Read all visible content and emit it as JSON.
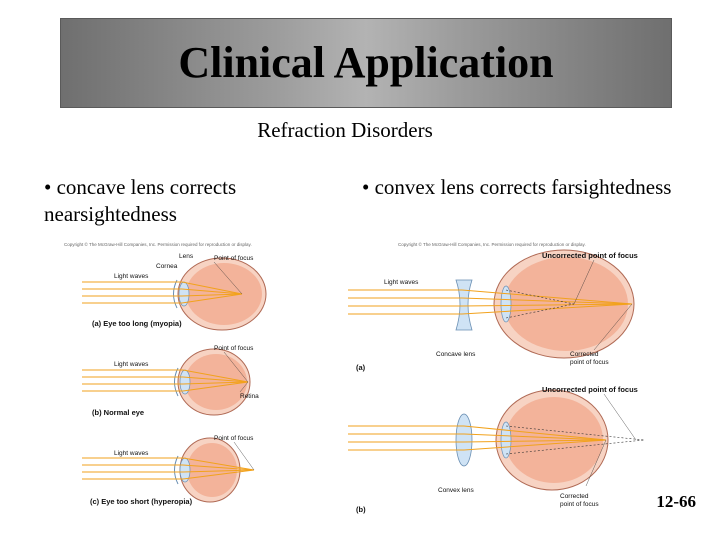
{
  "slide": {
    "title": "Clinical Application",
    "subtitle": "Refraction Disorders",
    "bullets": [
      {
        "text": "• concave lens corrects nearsightedness"
      },
      {
        "text": "• convex lens corrects farsightedness"
      }
    ],
    "page_number": "12-66"
  },
  "figure_left": {
    "copyright": "Copyright © The McGraw-Hill Companies, Inc. Permission required for reproduction or display.",
    "panel_a": {
      "lens": "Lens",
      "point_of_focus": "Point of focus",
      "cornea": "Cornea",
      "light_waves": "Light waves",
      "caption": "(a) Eye too long (myopia)"
    },
    "panel_b": {
      "point_of_focus": "Point of focus",
      "light_waves": "Light waves",
      "retina": "Retina",
      "caption": "(b) Normal eye"
    },
    "panel_c": {
      "point_of_focus": "Point of focus",
      "light_waves": "Light waves",
      "caption": "(c) Eye too short (hyperopia)"
    }
  },
  "figure_right": {
    "copyright": "Copyright © The McGraw-Hill Companies, Inc. Permission required for reproduction or display.",
    "panel_a": {
      "uncorrected": "Uncorrected point of focus",
      "light_waves": "Light waves",
      "lens": "Concave lens",
      "corrected_1": "Corrected",
      "corrected_2": "point of focus",
      "tag": "(a)"
    },
    "panel_b": {
      "uncorrected": "Uncorrected point of focus",
      "lens": "Convex lens",
      "corrected_1": "Corrected",
      "corrected_2": "point of focus",
      "tag": "(b)"
    }
  },
  "colors": {
    "eye_fill": "#f3b39a",
    "eye_outline": "#b06a55",
    "light_ray": "#f2a21c",
    "lens_fill": "#cfe3f5",
    "sclera": "#f7d3c3"
  }
}
